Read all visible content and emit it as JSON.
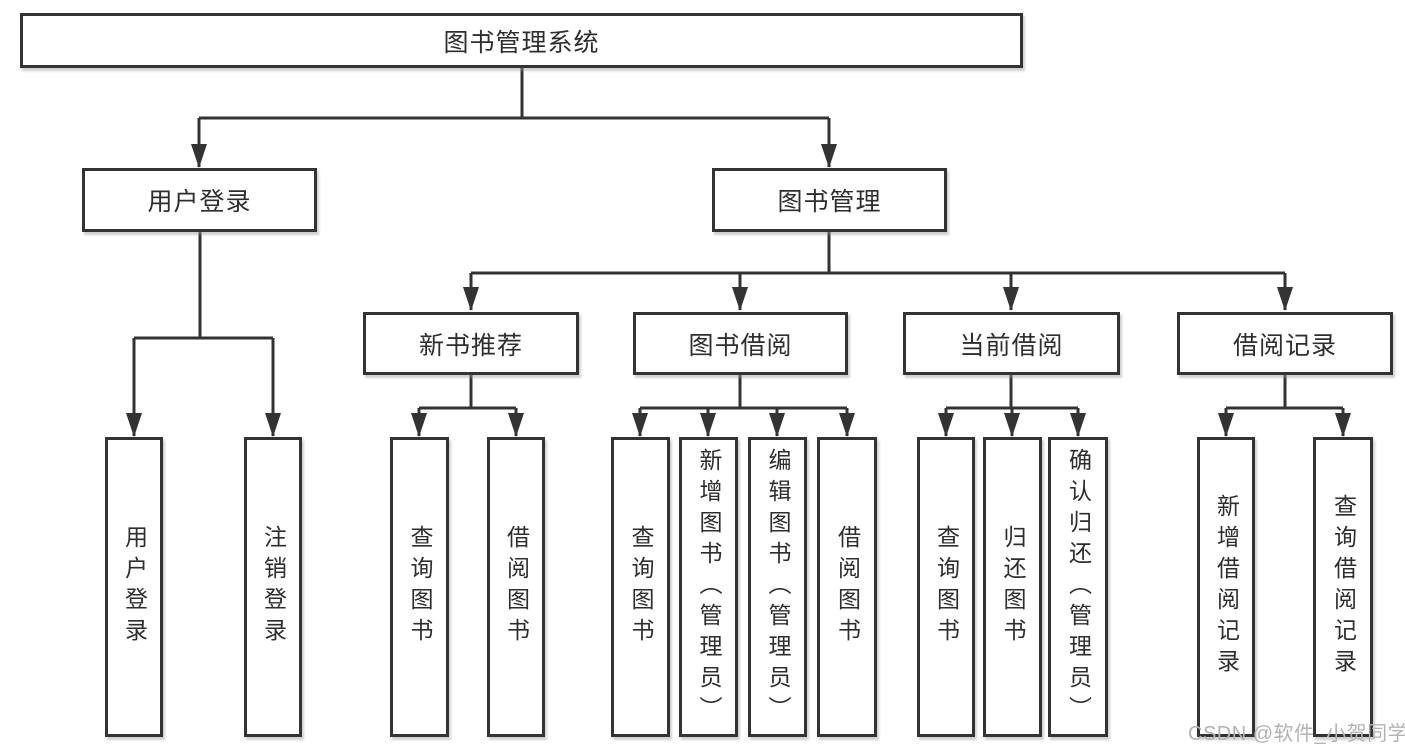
{
  "tree": {
    "root": {
      "label": "图书管理系统",
      "children": [
        {
          "label": "用户登录",
          "children": [
            {
              "label": "用户登录"
            },
            {
              "label": "注销登录"
            }
          ]
        },
        {
          "label": "图书管理",
          "children": [
            {
              "label": "新书推荐",
              "children": [
                {
                  "label": "查询图书"
                },
                {
                  "label": "借阅图书"
                }
              ]
            },
            {
              "label": "图书借阅",
              "children": [
                {
                  "label": "查询图书"
                },
                {
                  "label": "新增图书（管理员）"
                },
                {
                  "label": "编辑图书（管理员）"
                },
                {
                  "label": "借阅图书"
                }
              ]
            },
            {
              "label": "当前借阅",
              "children": [
                {
                  "label": "查询图书"
                },
                {
                  "label": "归还图书"
                },
                {
                  "label": "确认归还（管理员）"
                }
              ]
            },
            {
              "label": "借阅记录",
              "children": [
                {
                  "label": "新增借阅记录"
                },
                {
                  "label": "查询借阅记录"
                }
              ]
            }
          ]
        }
      ]
    }
  },
  "watermark": "CSDN @软件_小贺同学",
  "colors": {
    "line": "#333333",
    "box_border": "#333333",
    "text": "#2e2e2e",
    "box_background": "#ffffff",
    "watermark": "#b3b3b3",
    "page_background": "#ffffff"
  }
}
